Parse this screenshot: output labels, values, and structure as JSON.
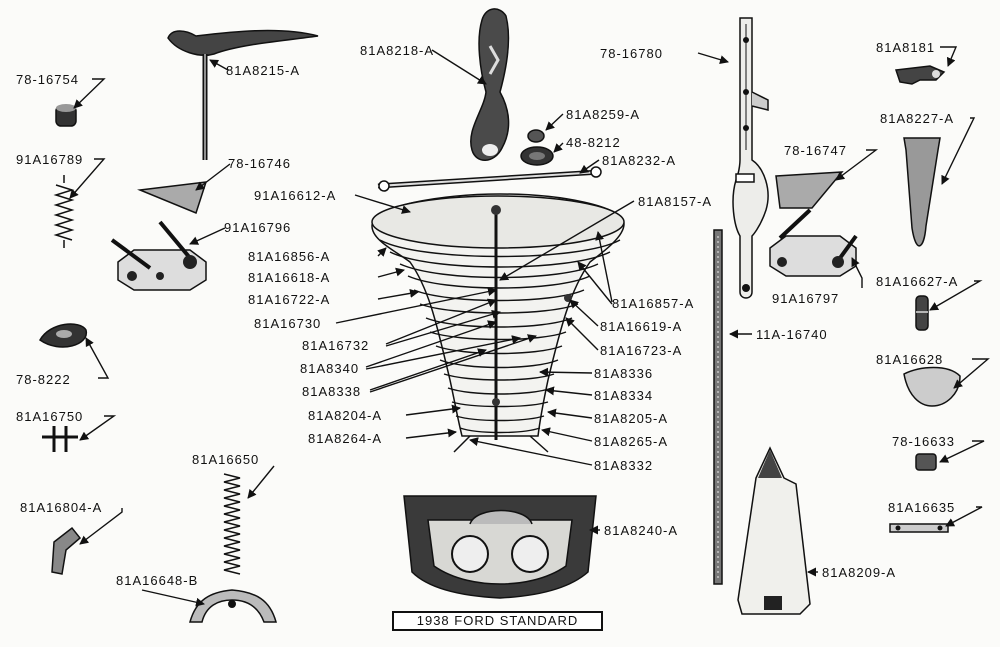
{
  "caption": "1938 FORD STANDARD",
  "labels": {
    "p_78_16754": "78-16754",
    "p_91a16789": "91A16789",
    "p_81a8215a": "81A8215-A",
    "p_78_16746": "78-16746",
    "p_91a16796": "91A16796",
    "p_78_8222": "78-8222",
    "p_81a16750": "81A16750",
    "p_81a16804a": "81A16804-A",
    "p_81a16650": "81A16650",
    "p_81a16648b": "81A16648-B",
    "p_81a8218a": "81A8218-A",
    "p_81a8259a": "81A8259-A",
    "p_48_8212": "48-8212",
    "p_81a8232a": "81A8232-A",
    "p_91a16612a": "91A16612-A",
    "p_81a8157a": "81A8157-A",
    "p_81a16856a": "81A16856-A",
    "p_81a16618a": "81A16618-A",
    "p_81a16722a": "81A16722-A",
    "p_81a16730": "81A16730",
    "p_81a16732": "81A16732",
    "p_81a8340": "81A8340",
    "p_81a8338": "81A8338",
    "p_81a8204a": "81A8204-A",
    "p_81a8264a": "81A8264-A",
    "p_81a16857a": "81A16857-A",
    "p_81a16619a": "81A16619-A",
    "p_81a16723a": "81A16723-A",
    "p_81a8336": "81A8336",
    "p_81a8334": "81A8334",
    "p_81a8205a": "81A8205-A",
    "p_81a8265a": "81A8265-A",
    "p_81a8332": "81A8332",
    "p_81a8240a": "81A8240-A",
    "p_78_16780": "78-16780",
    "p_78_16747": "78-16747",
    "p_91a16797": "91A16797",
    "p_11a16740": "11A-16740",
    "p_81a8209a": "81A8209-A",
    "p_81a8181": "81A8181",
    "p_81a8227a": "81A8227-A",
    "p_81a16627a": "81A16627-A",
    "p_81a16628": "81A16628",
    "p_78_16633": "78-16633",
    "p_81a16635": "81A16635"
  }
}
